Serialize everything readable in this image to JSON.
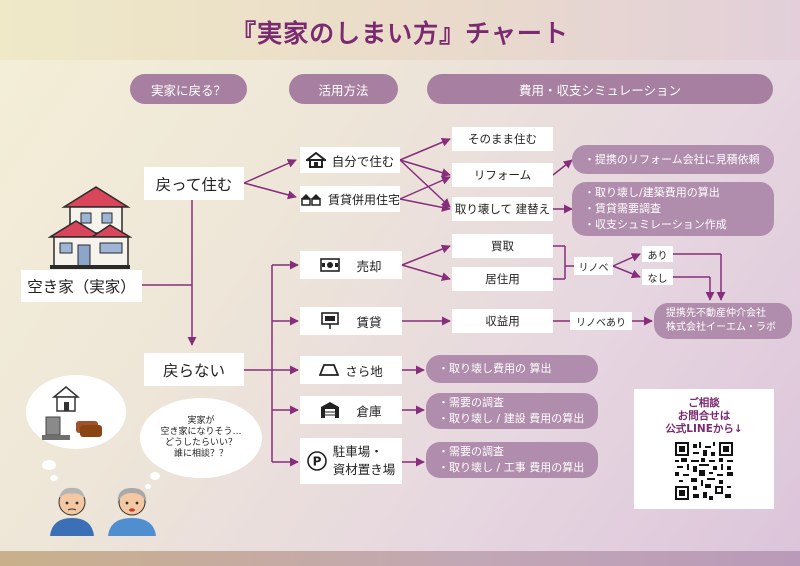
{
  "title": "『実家のしまい方』チャート",
  "headers": {
    "return": "実家に戻る？",
    "usage": "活用方法",
    "cost": "費用・収支シミュレーション"
  },
  "start": {
    "label": "空き家（実家）"
  },
  "branches": {
    "return_yes": "戻って住む",
    "return_no": "戻らない"
  },
  "usage": {
    "self": "自分で住む",
    "rental_combined": "賃貸併用住宅",
    "sale": "売却",
    "rent": "賃貸",
    "vacant_land": "さら地",
    "warehouse": "倉庫",
    "parking": [
      "駐車場・",
      "資材置き場"
    ]
  },
  "options": {
    "as_is": "そのまま住む",
    "reform": "リフォーム",
    "rebuild": "取り壊して 建替え",
    "buyback": "買取",
    "residential": "居住用",
    "income": "収益用"
  },
  "renovation": {
    "label1": "リノベ",
    "yes": "あり",
    "no": "なし",
    "label2": "リノベあり"
  },
  "results": {
    "reform_estimate": "・提携のリフォーム会社に見積依頼",
    "rebuild": [
      "・取り壊し/建築費用の算出",
      "・賃貸需要調査",
      "・収支シュミレーション作成"
    ],
    "broker": [
      "提携先不動産仲介会社",
      "株式会社イーエム・ラボ"
    ],
    "vacant_land": "・取り壊し費用の 算出",
    "warehouse": [
      "・需要の調査",
      "・取り壊し / 建設 費用の算出"
    ],
    "parking": [
      "・需要の調査",
      "・取り壊し / 工事 費用の算出"
    ]
  },
  "speech": [
    "実家が",
    "空き家になりそう…",
    "どうしたらいい？",
    "誰に相談？？"
  ],
  "contact": [
    "ご相談",
    "お問合せは",
    "公式LINEから↓"
  ],
  "colors": {
    "accent": "#7a2a70",
    "pill": "#a77fa1",
    "line": "#862d7c"
  },
  "icons": [
    "house-icon",
    "duplex-icon",
    "money-icon",
    "for-rent-sign-icon",
    "land-icon",
    "warehouse-icon",
    "parking-icon",
    "qr-code-icon"
  ]
}
